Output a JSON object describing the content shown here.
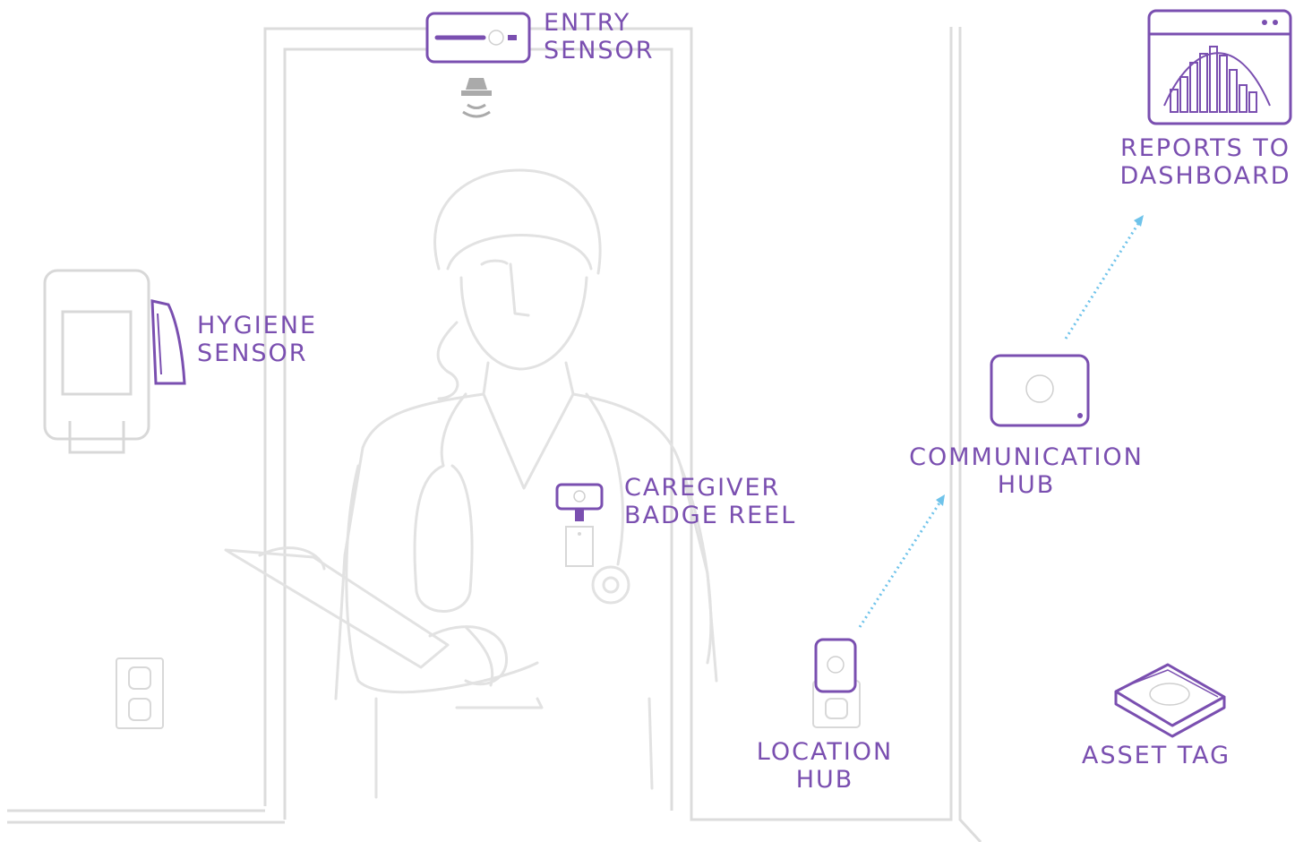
{
  "colors": {
    "accent": "#7a4fb0",
    "line": "#d9d9d9",
    "arrow": "#6fc3ea"
  },
  "labels": {
    "entry_sensor": [
      "ENTRY",
      "SENSOR"
    ],
    "hygiene_sensor": [
      "HYGIENE",
      "SENSOR"
    ],
    "badge_reel": [
      "CAREGIVER",
      "BADGE REEL"
    ],
    "location_hub": [
      "LOCATION",
      "HUB"
    ],
    "communication_hub": [
      "COMMUNICATION",
      "HUB"
    ],
    "dashboard": [
      "REPORTS TO",
      "DASHBOARD"
    ],
    "asset_tag": "ASSET TAG"
  },
  "icons": {
    "entry_sensor": "entry-sensor-device",
    "hygiene_sensor": "hygiene-dispenser-sensor",
    "badge_reel": "badge-reel-with-id-card",
    "location_hub": "plug-in-location-hub",
    "communication_hub": "communication-hub-box",
    "dashboard": "dashboard-chart-window",
    "asset_tag": "asset-tag-device",
    "caregiver": "nurse-illustration"
  }
}
